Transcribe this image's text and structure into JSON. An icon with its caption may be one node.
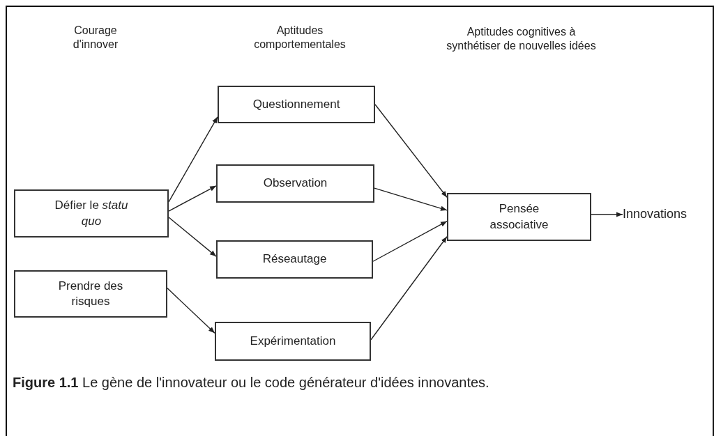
{
  "diagram": {
    "caption": "**Figure 1.1** Le gène de l'innovateur ou le code générateur d'idées innovantes.",
    "nodes": [
      {
        "text": [
          "Défier le *statu quo*"
        ]
      },
      {
        "text": [
          "Prendre des risques"
        ]
      },
      {
        "text": [
          "Questionnement"
        ]
      },
      {
        "text": [
          "Observation"
        ]
      },
      {
        "text": [
          "Réseautage"
        ]
      },
      {
        "text": [
          "Expérimentation"
        ]
      },
      {
        "text": [
          "Pensée associative"
        ]
      },
      {
        "text": [
          "Innovations"
        ]
      }
    ],
    "edges": [
      {
        "from": 0,
        "to": 2,
        "arrow": "to"
      },
      {
        "from": 0,
        "to": 3,
        "arrow": "to"
      },
      {
        "from": 0,
        "to": 4,
        "arrow": "to"
      },
      {
        "from": 1,
        "to": 5,
        "arrow": "to"
      },
      {
        "from": 2,
        "to": 6,
        "arrow": "to"
      },
      {
        "from": 3,
        "to": 6,
        "arrow": "to"
      },
      {
        "from": 4,
        "to": 6,
        "arrow": "to"
      },
      {
        "from": 5,
        "to": 6,
        "arrow": "to"
      },
      {
        "from": 6,
        "to": 7,
        "arrow": "to"
      }
    ],
    "labels": [
      "Courage d'innover",
      "Aptitudes comportementales",
      "Aptitudes cognitives à synthétiser de nouvelles idées"
    ]
  }
}
